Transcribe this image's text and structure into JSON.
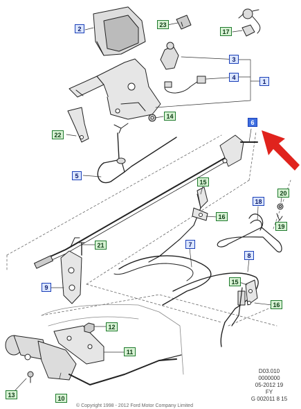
{
  "callouts": {
    "c1": "1",
    "c2": "2",
    "c3": "3",
    "c4": "4",
    "c5": "5",
    "c6": "6",
    "c7": "7",
    "c8": "8",
    "c9": "9",
    "c10": "10",
    "c11": "11",
    "c12": "12",
    "c13": "13",
    "c14": "14",
    "c15a": "15",
    "c15b": "15",
    "c16a": "16",
    "c16b": "16",
    "c17": "17",
    "c18": "18",
    "c19": "19",
    "c20": "20",
    "c21": "21",
    "c22": "22",
    "c23": "23"
  },
  "footer": {
    "line1": "D03.010",
    "line2": "0000000",
    "line3": "05-2012 19",
    "line4": "FY",
    "line5": "G 002011 8 15"
  },
  "copyright": "© Copyright 1998 - 2012 Ford Motor Company Limited",
  "colors": {
    "blue_callout": "#1a3fb8",
    "green_callout": "#1e7a2c",
    "arrow": "#e0231d"
  }
}
